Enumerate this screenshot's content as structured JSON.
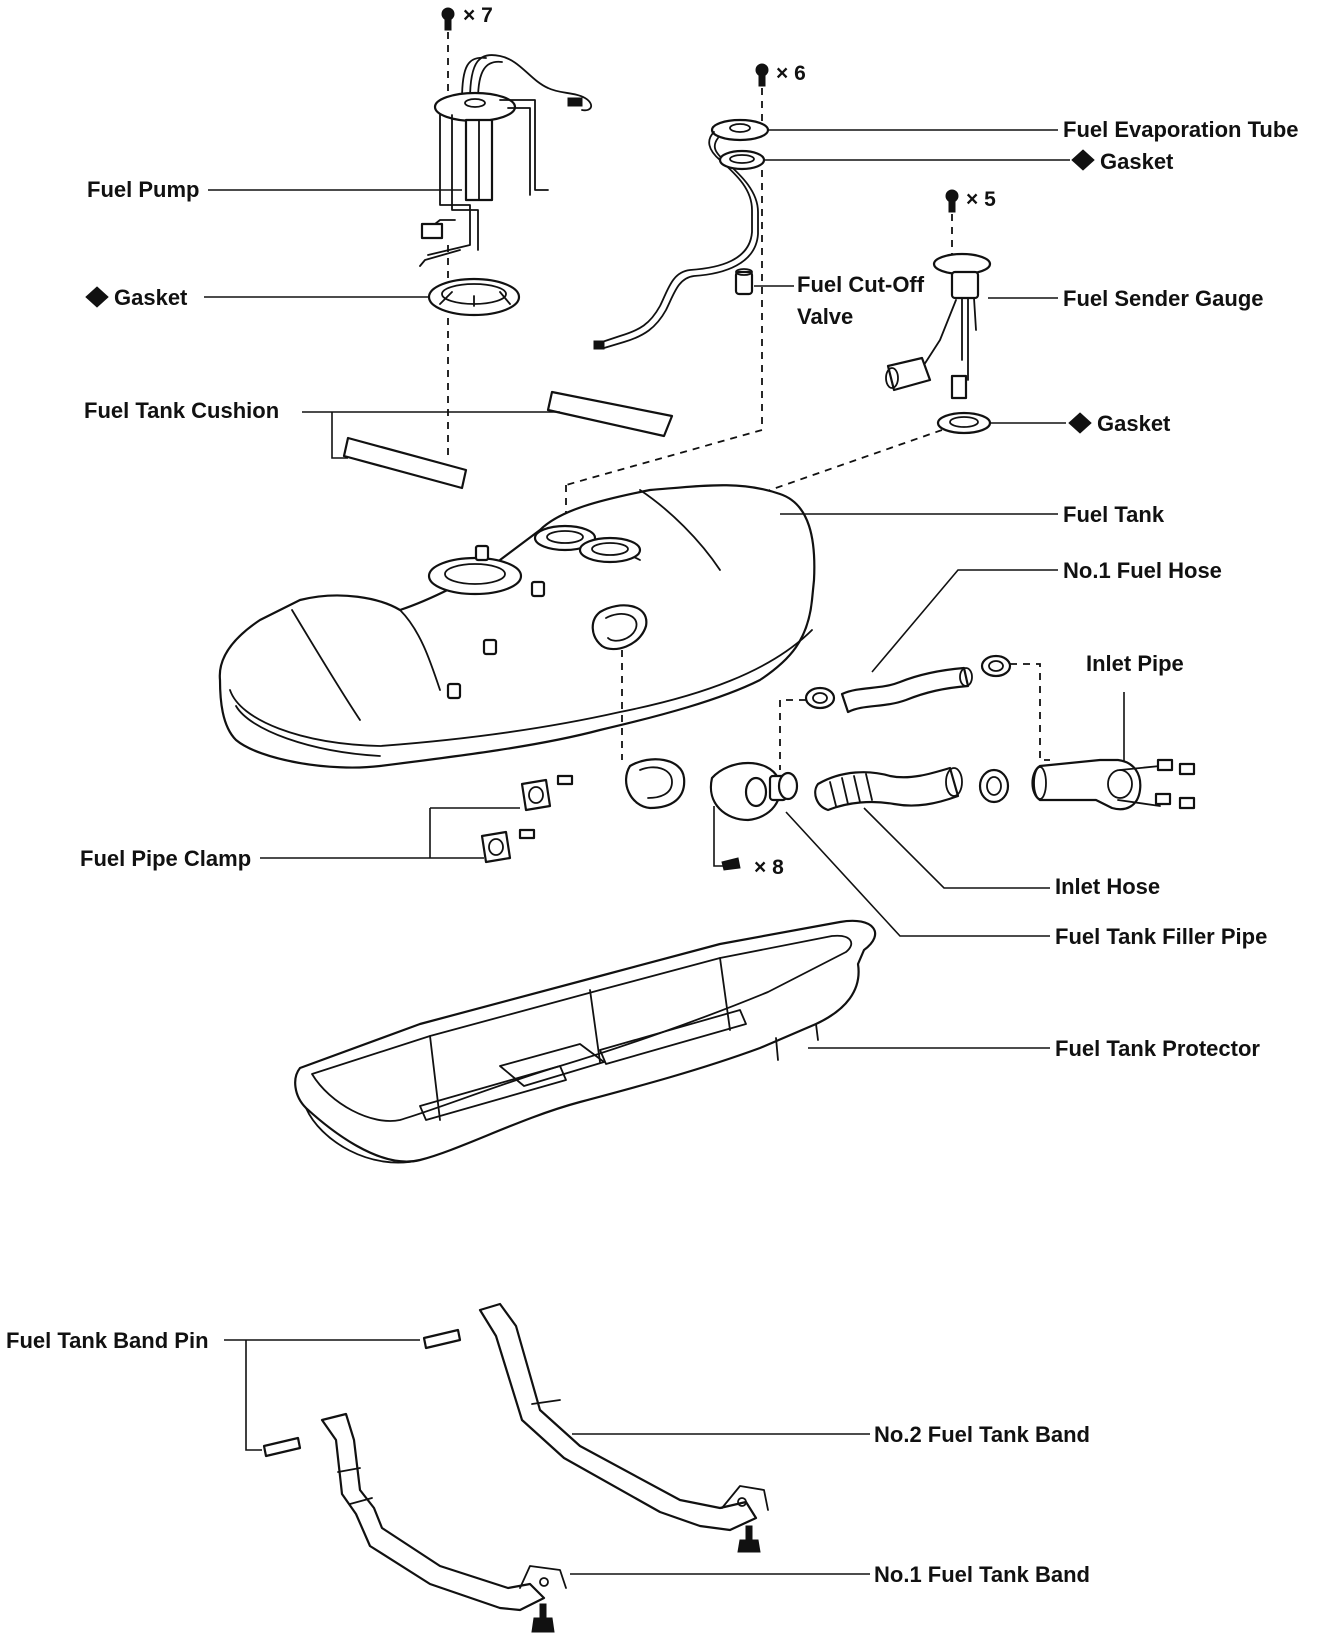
{
  "diagram": {
    "labels": {
      "fuel_pump": "Fuel Pump",
      "gasket_pump": "Gasket",
      "fuel_tank_cushion": "Fuel Tank Cushion",
      "fuel_evaporation_tube": "Fuel Evaporation Tube",
      "gasket_evap": "Gasket",
      "fuel_cut_off_valve_line1": "Fuel Cut-Off",
      "fuel_cut_off_valve_line2": "Valve",
      "fuel_sender_gauge": "Fuel Sender Gauge",
      "gasket_sender": "Gasket",
      "fuel_tank": "Fuel Tank",
      "no1_fuel_hose": "No.1 Fuel Hose",
      "inlet_pipe": "Inlet Pipe",
      "fuel_pipe_clamp": "Fuel Pipe Clamp",
      "inlet_hose": "Inlet Hose",
      "fuel_tank_filler_pipe": "Fuel Tank Filler Pipe",
      "fuel_tank_protector": "Fuel Tank Protector",
      "fuel_tank_band_pin": "Fuel Tank Band Pin",
      "no2_fuel_tank_band": "No.2 Fuel Tank Band",
      "no1_fuel_tank_band": "No.1 Fuel Tank Band"
    },
    "quantities": {
      "pump_screws": "× 7",
      "evap_screws": "× 6",
      "sender_screws": "× 5",
      "filler_screws": "× 8"
    },
    "symbols": {
      "new_part_marker": "diamond"
    }
  }
}
